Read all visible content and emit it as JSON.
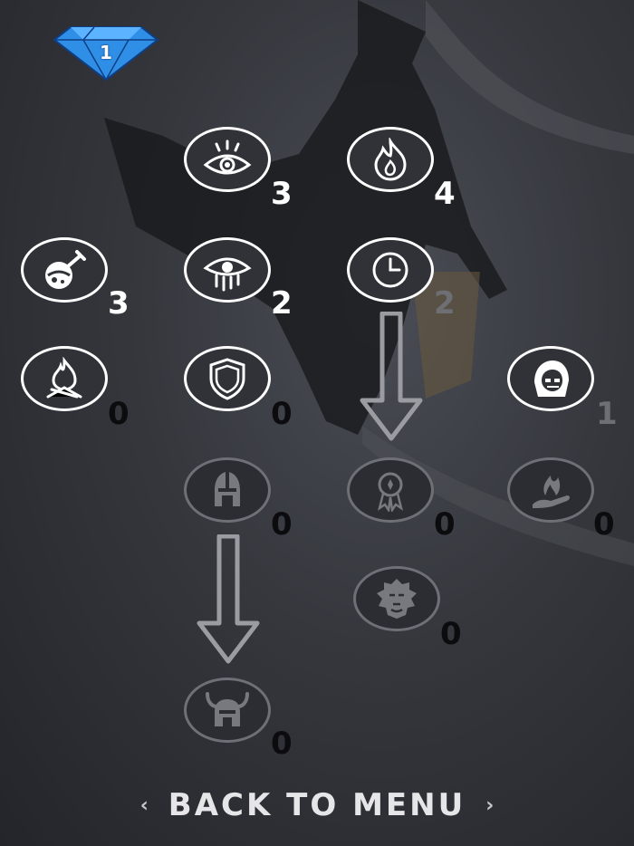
{
  "header": {
    "gem_count": "1",
    "gem_color": "#2f8ee6"
  },
  "skills": [
    {
      "icon": "eye-icon",
      "level": "3"
    },
    {
      "icon": "flame-icon",
      "level": "4"
    },
    {
      "icon": "potion-flask-icon",
      "level": "3"
    },
    {
      "icon": "weeping-eye-icon",
      "level": "2"
    },
    {
      "icon": "clock-icon",
      "level": "2"
    },
    {
      "icon": "campfire-icon",
      "level": "0"
    },
    {
      "icon": "shield-icon",
      "level": "0"
    },
    {
      "icon": "hooded-skull-icon",
      "level": "1"
    },
    {
      "icon": "spartan-helmet-icon",
      "level": "0"
    },
    {
      "icon": "medal-ribbon-icon",
      "level": "0"
    },
    {
      "icon": "burning-hand-icon",
      "level": "0"
    },
    {
      "icon": "lion-head-icon",
      "level": "0"
    },
    {
      "icon": "horned-helmet-icon",
      "level": "0"
    }
  ],
  "footer": {
    "back_label": "BACK TO MENU",
    "left_chevron": "‹",
    "right_chevron": "›"
  }
}
